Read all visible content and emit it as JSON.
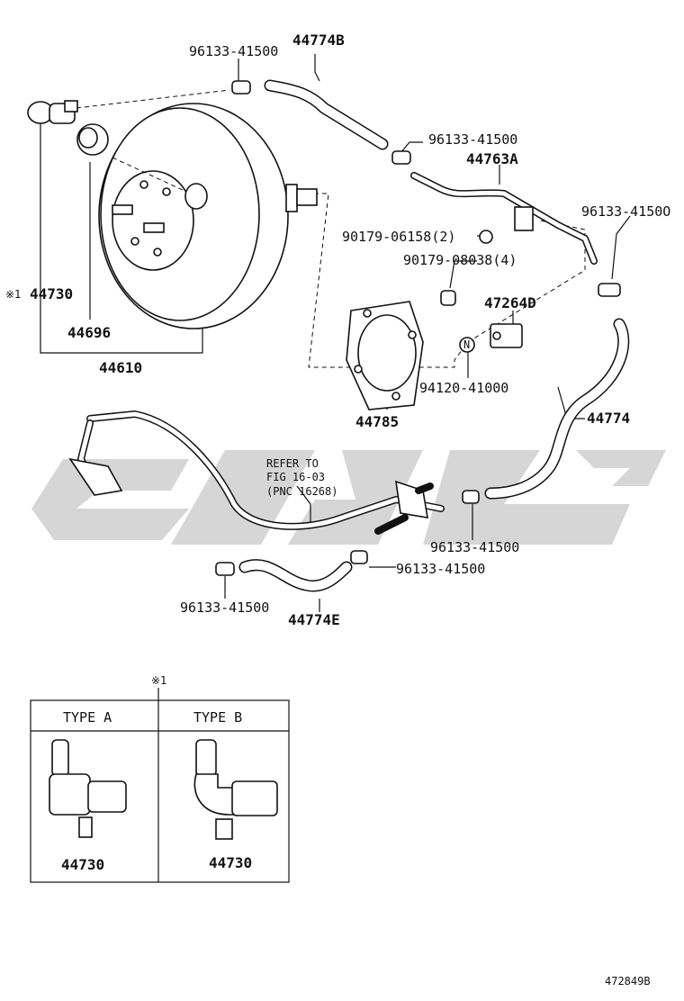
{
  "labels": {
    "clip_top": "96133-41500",
    "hose_b": "44774B",
    "clip_upper_right": "96133-41500",
    "pipe_a": "44763A",
    "clip_far_right": "96133-4150O",
    "nut_1": "90179-06158(2)",
    "nut_2": "90179-08038(4)",
    "bracket": "47264D",
    "check_valve": "44730",
    "check_valve_mark": "※1",
    "grommet": "44696",
    "booster": "44610",
    "gasket": "44785",
    "plug": "94120-41000",
    "hose": "44774",
    "refer_line1": "REFER TO",
    "refer_line2": "FIG 16-03",
    "refer_line3": "(PNC 16268)",
    "clip_lower_mid": "96133-41500",
    "clip_lower_center": "96133-41500",
    "clip_lower_left": "96133-41500",
    "hose_e": "44774E",
    "n_badge": "N"
  },
  "inset": {
    "mark": "※1",
    "type_a": "TYPE A",
    "type_b": "TYPE B",
    "part_a": "44730",
    "part_b": "44730"
  },
  "footer": {
    "diagram_code": "472849B"
  },
  "watermark": {
    "color": "#cccccc"
  }
}
